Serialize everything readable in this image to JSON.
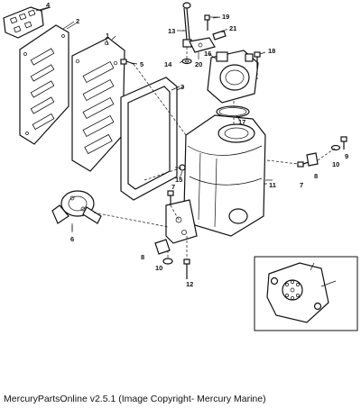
{
  "callouts": {
    "c1": "1",
    "c2": "2",
    "c3": "3",
    "c4": "4",
    "c5": "5",
    "c6": "6",
    "c7a": "7",
    "c7b": "7",
    "c8a": "8",
    "c8b": "8",
    "c9": "9",
    "c10a": "10",
    "c10b": "10",
    "c11": "11",
    "c12": "12",
    "c13": "13",
    "c14": "14",
    "c15": "15",
    "c16": "16",
    "c17": "17",
    "c18": "18",
    "c19": "19",
    "c20": "20",
    "c21": "21"
  },
  "caption": "MercuryPartsOnline v2.5.1 (Image Copyright- Mercury Marine)"
}
